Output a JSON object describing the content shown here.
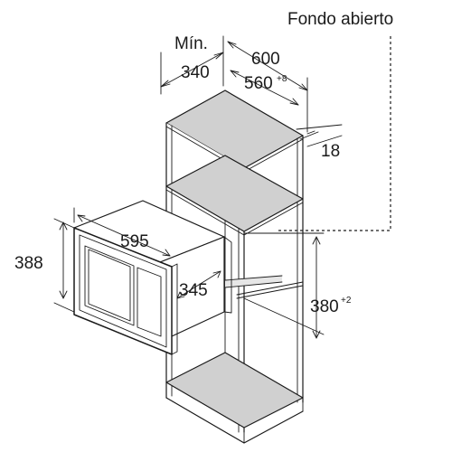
{
  "labels": {
    "fondo_abierto": "Fondo abierto",
    "min": "Mín.",
    "d340": "340",
    "d600": "600",
    "d560": "560",
    "d560_tol": "+8",
    "d18": "18",
    "d595": "595",
    "d388": "388",
    "d345": "345",
    "d380": "380",
    "d380_tol": "+2"
  }
}
